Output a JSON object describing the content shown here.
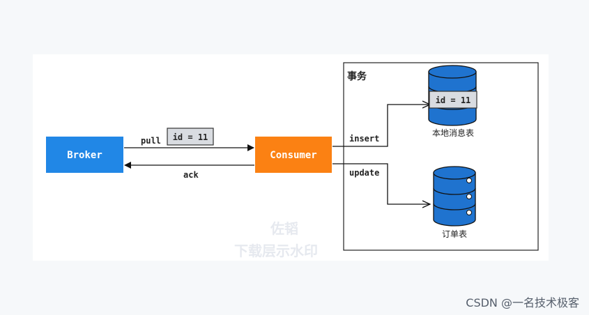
{
  "nodes": {
    "broker": "Broker",
    "consumer": "Consumer"
  },
  "edges": {
    "pull": "pull",
    "ack": "ack",
    "insert": "insert",
    "update": "update"
  },
  "message_box": "id = 11",
  "transaction_label": "事务",
  "db_local": {
    "label": "本地消息表",
    "record": "id = 11"
  },
  "db_order": {
    "label": "订单表"
  },
  "watermark": {
    "line1": "佐韬",
    "line2": "下载层示水印"
  },
  "footer": "CSDN @一名技术极客",
  "colors": {
    "broker": "#2187e6",
    "consumer": "#fb8113",
    "db": "#1f73cf",
    "record_bg": "#d9dce1"
  }
}
